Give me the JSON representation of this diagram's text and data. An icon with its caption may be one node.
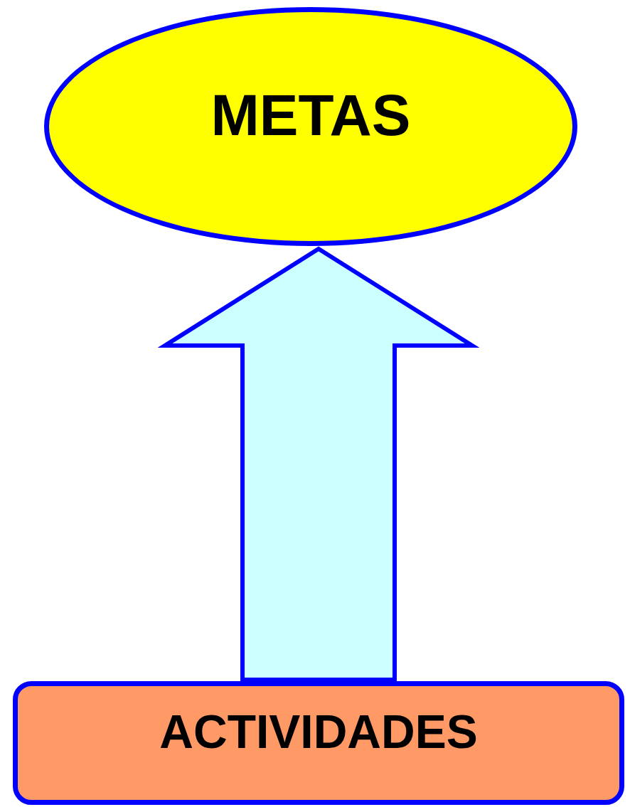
{
  "diagram": {
    "nodes": [
      {
        "text": [
          "METAS"
        ]
      },
      {
        "text": [
          "ACTIVIDADES"
        ]
      }
    ],
    "edges": [
      {
        "from": 1,
        "to": 0,
        "arrow": "to",
        "style": "thick"
      }
    ]
  }
}
